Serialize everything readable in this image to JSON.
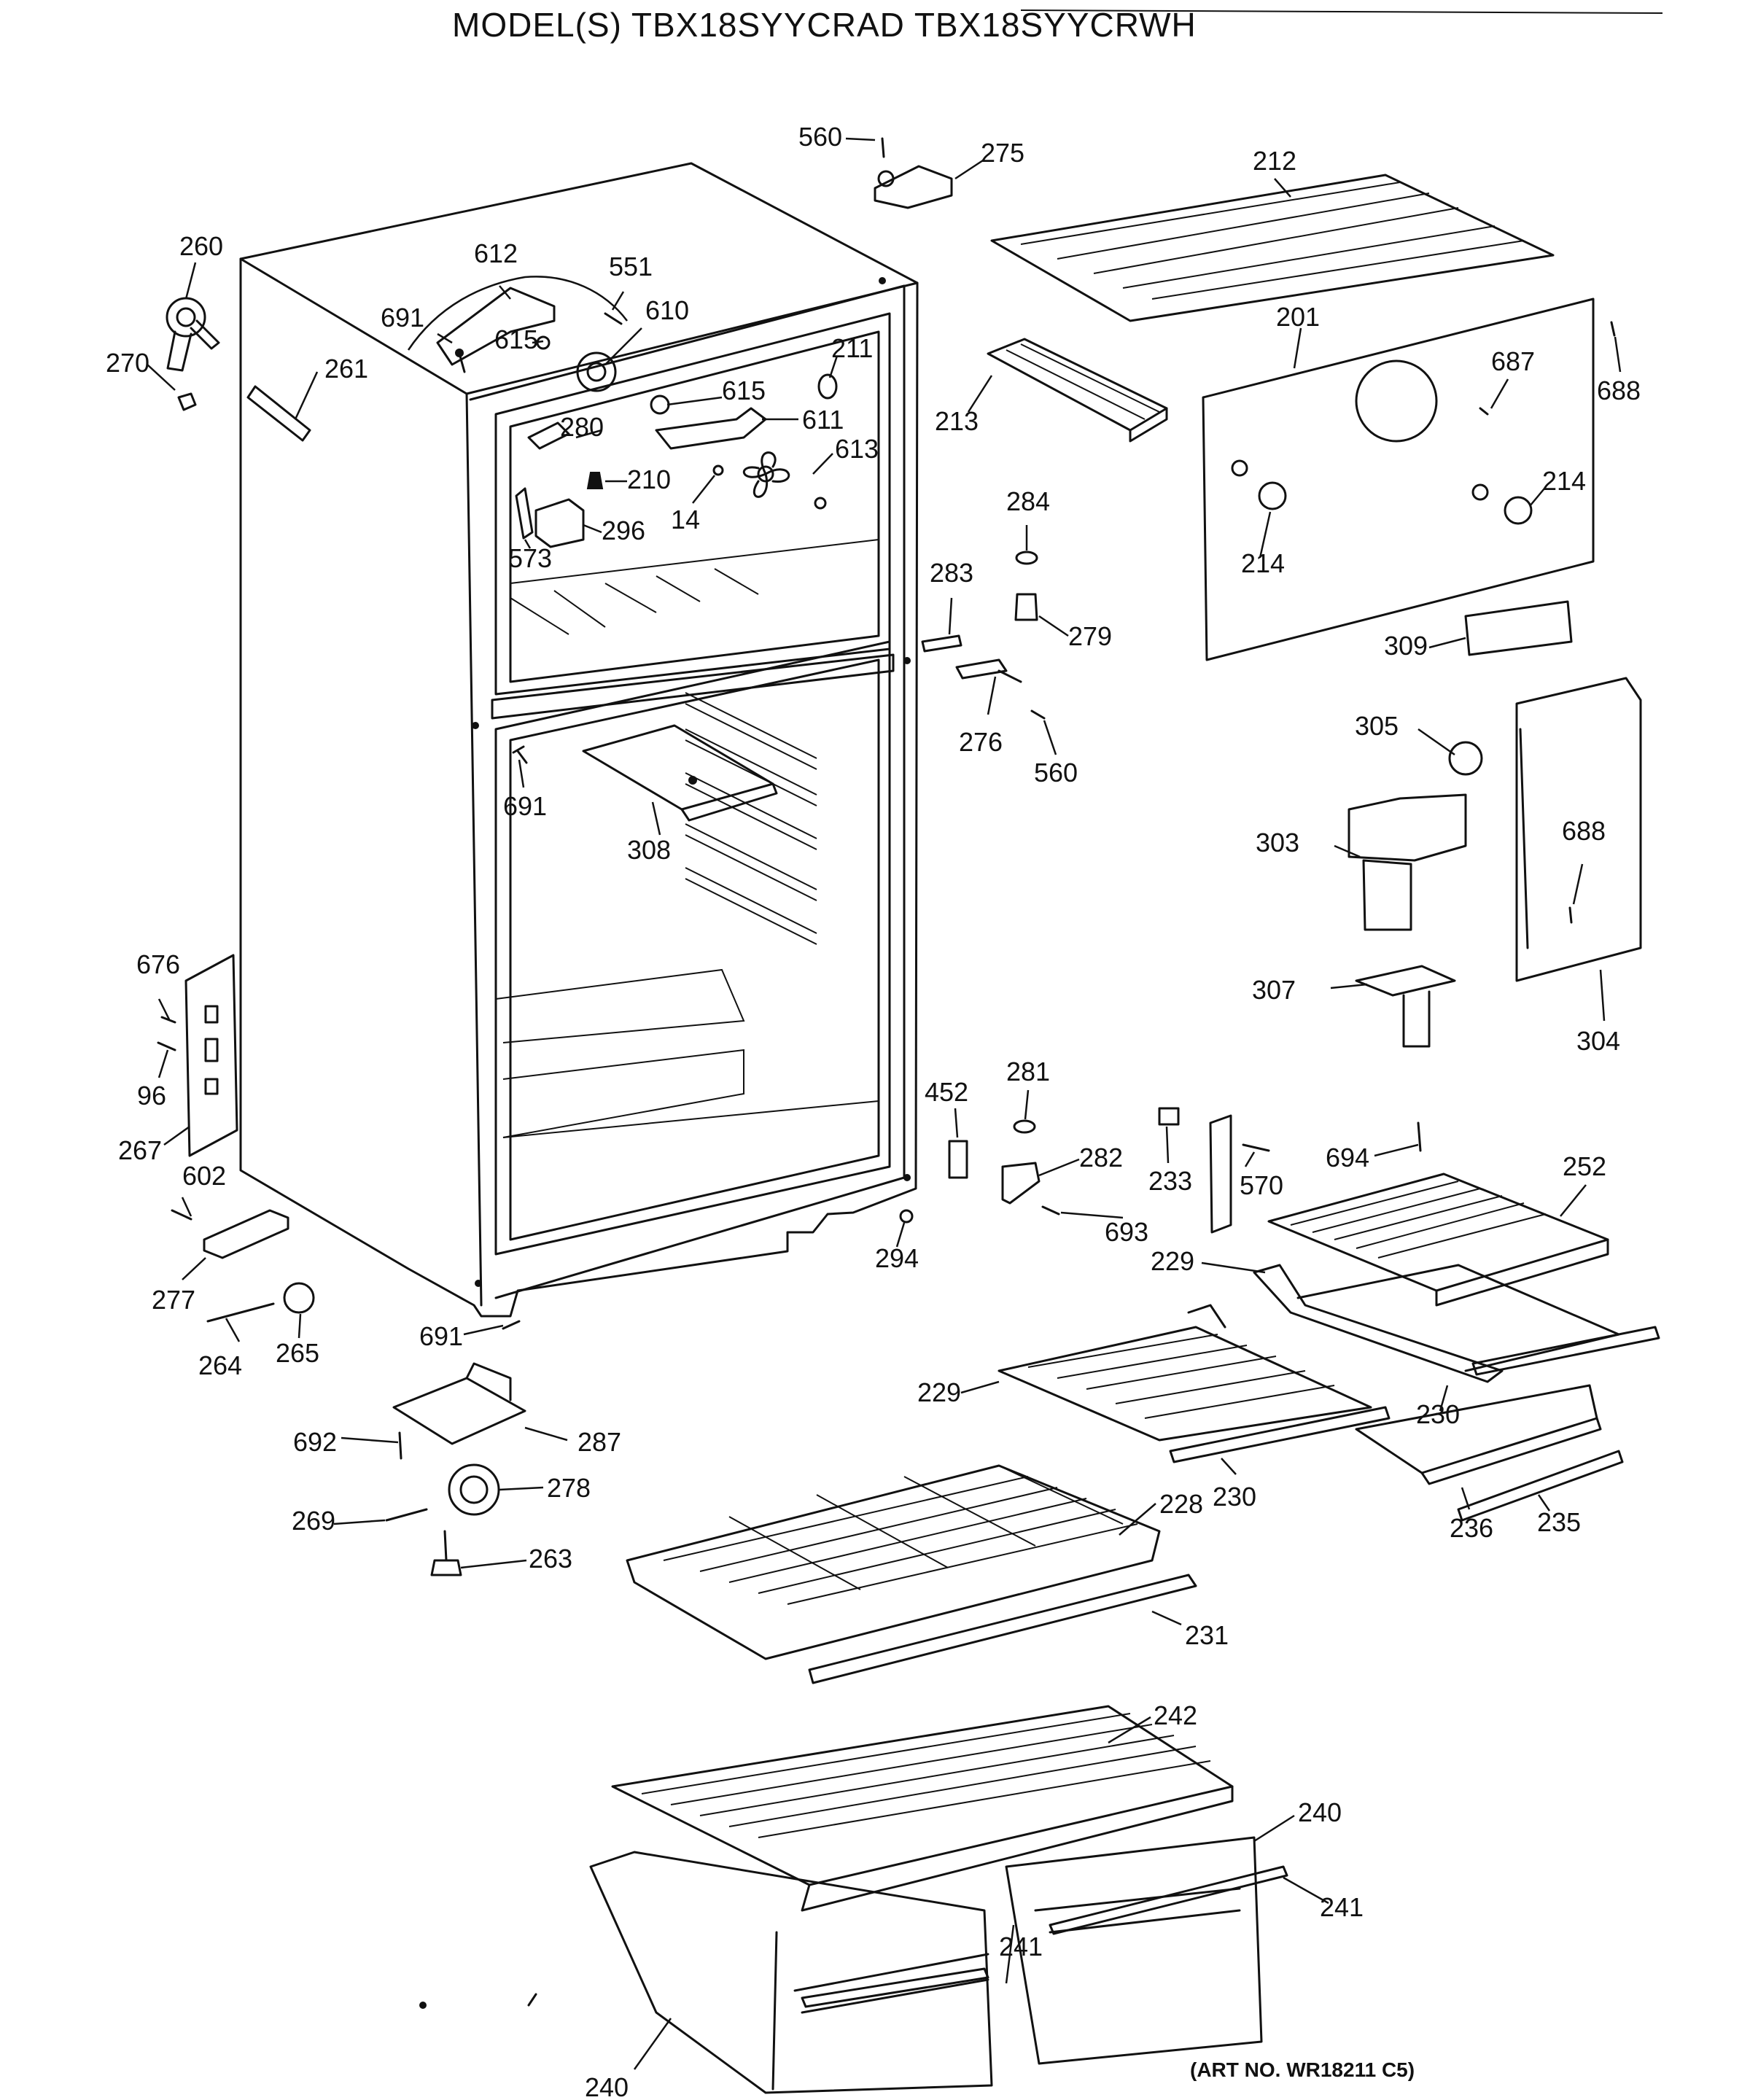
{
  "title": "MODEL(S) TBX18SYYCRAD  TBX18SYYCRWH",
  "art_number": "(ART NO. WR18211 C5)",
  "callouts": [
    {
      "id": "c560a",
      "text": "560"
    },
    {
      "id": "c275",
      "text": "275"
    },
    {
      "id": "c212",
      "text": "212"
    },
    {
      "id": "c260",
      "text": "260"
    },
    {
      "id": "c612",
      "text": "612"
    },
    {
      "id": "c551",
      "text": "551"
    },
    {
      "id": "c691a",
      "text": "691"
    },
    {
      "id": "c610",
      "text": "610"
    },
    {
      "id": "c615a",
      "text": "615"
    },
    {
      "id": "c270",
      "text": "270"
    },
    {
      "id": "c261",
      "text": "261"
    },
    {
      "id": "c211",
      "text": "211"
    },
    {
      "id": "c615b",
      "text": "615"
    },
    {
      "id": "c611",
      "text": "611"
    },
    {
      "id": "c280",
      "text": "280"
    },
    {
      "id": "c613",
      "text": "613"
    },
    {
      "id": "c210",
      "text": "210"
    },
    {
      "id": "c14",
      "text": "14"
    },
    {
      "id": "c296",
      "text": "296"
    },
    {
      "id": "c573",
      "text": "573"
    },
    {
      "id": "c213",
      "text": "213"
    },
    {
      "id": "c201",
      "text": "201"
    },
    {
      "id": "c687",
      "text": "687"
    },
    {
      "id": "c688a",
      "text": "688"
    },
    {
      "id": "c214a",
      "text": "214"
    },
    {
      "id": "c214b",
      "text": "214"
    },
    {
      "id": "c284",
      "text": "284"
    },
    {
      "id": "c283",
      "text": "283"
    },
    {
      "id": "c279",
      "text": "279"
    },
    {
      "id": "c309",
      "text": "309"
    },
    {
      "id": "c276",
      "text": "276"
    },
    {
      "id": "c560b",
      "text": "560"
    },
    {
      "id": "c305",
      "text": "305"
    },
    {
      "id": "c691b",
      "text": "691"
    },
    {
      "id": "c308",
      "text": "308"
    },
    {
      "id": "c303",
      "text": "303"
    },
    {
      "id": "c688b",
      "text": "688"
    },
    {
      "id": "c676",
      "text": "676"
    },
    {
      "id": "c96",
      "text": "96"
    },
    {
      "id": "c307",
      "text": "307"
    },
    {
      "id": "c304",
      "text": "304"
    },
    {
      "id": "c267",
      "text": "267"
    },
    {
      "id": "c452",
      "text": "452"
    },
    {
      "id": "c281",
      "text": "281"
    },
    {
      "id": "c282",
      "text": "282"
    },
    {
      "id": "c233",
      "text": "233"
    },
    {
      "id": "c570",
      "text": "570"
    },
    {
      "id": "c694",
      "text": "694"
    },
    {
      "id": "c252",
      "text": "252"
    },
    {
      "id": "c602",
      "text": "602"
    },
    {
      "id": "c693",
      "text": "693"
    },
    {
      "id": "c294",
      "text": "294"
    },
    {
      "id": "c229a",
      "text": "229"
    },
    {
      "id": "c277",
      "text": "277"
    },
    {
      "id": "c265",
      "text": "265"
    },
    {
      "id": "c264",
      "text": "264"
    },
    {
      "id": "c691c",
      "text": "691"
    },
    {
      "id": "c229b",
      "text": "229"
    },
    {
      "id": "c230a",
      "text": "230"
    },
    {
      "id": "c692",
      "text": "692"
    },
    {
      "id": "c287",
      "text": "287"
    },
    {
      "id": "c230b",
      "text": "230"
    },
    {
      "id": "c278",
      "text": "278"
    },
    {
      "id": "c228",
      "text": "228"
    },
    {
      "id": "c236",
      "text": "236"
    },
    {
      "id": "c235",
      "text": "235"
    },
    {
      "id": "c269",
      "text": "269"
    },
    {
      "id": "c263",
      "text": "263"
    },
    {
      "id": "c231",
      "text": "231"
    },
    {
      "id": "c242",
      "text": "242"
    },
    {
      "id": "c240a",
      "text": "240"
    },
    {
      "id": "c241a",
      "text": "241"
    },
    {
      "id": "c241b",
      "text": "241"
    },
    {
      "id": "c240b",
      "text": "240"
    }
  ]
}
